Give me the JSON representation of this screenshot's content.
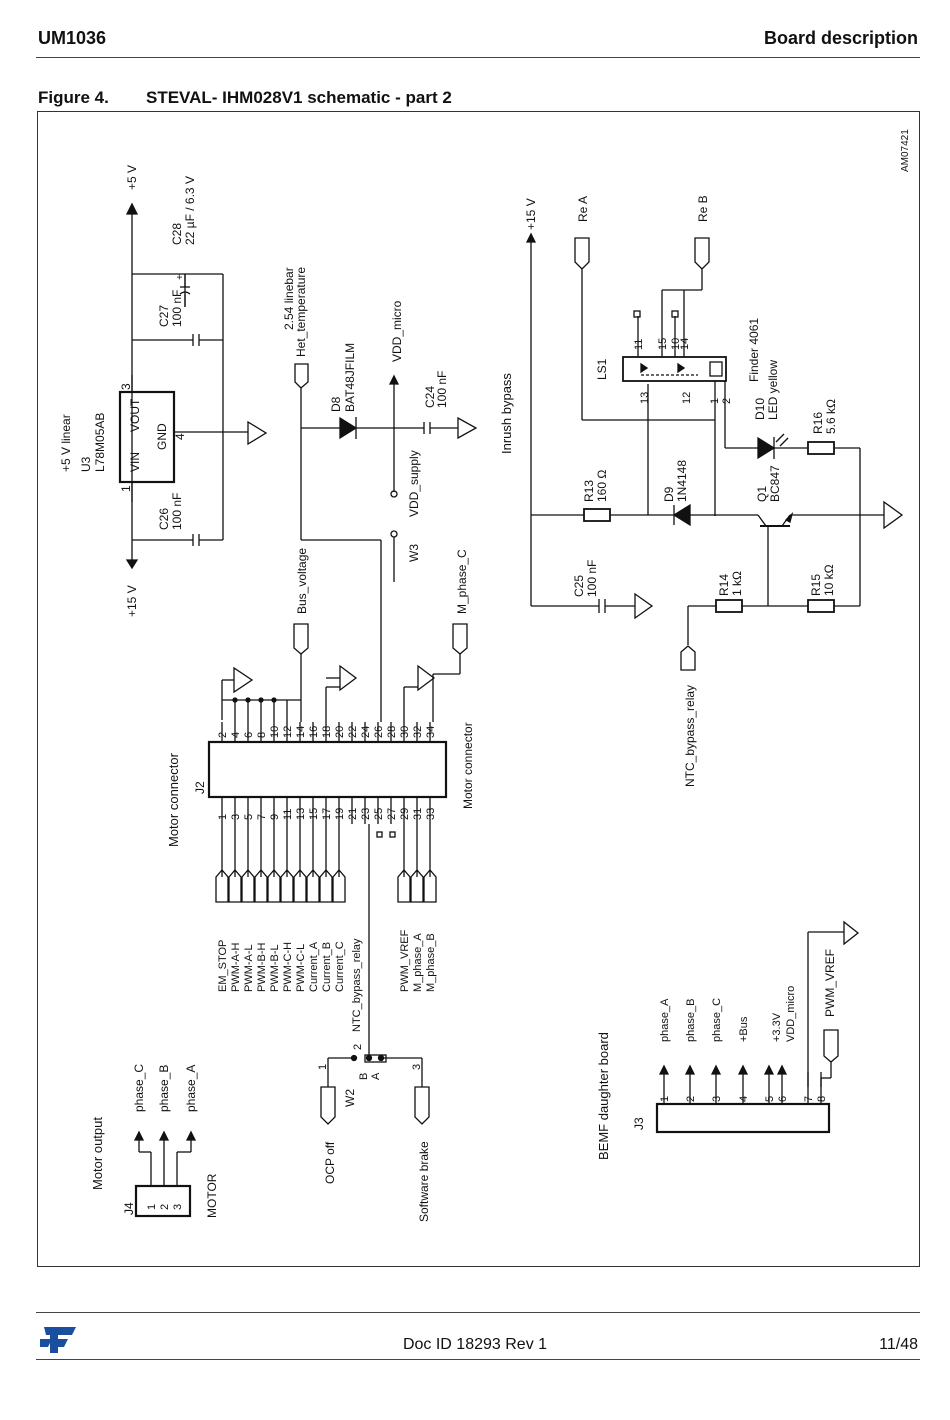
{
  "header": {
    "left": "UM1036",
    "right": "Board description"
  },
  "figure": {
    "number": "Figure 4.",
    "title": "STEVAL- IHM028V1 schematic - part 2"
  },
  "schematic": {
    "code": "AM07421",
    "labels": {
      "p5v_top": "+5 V",
      "p15v_left": "+15 V",
      "c28": "C28",
      "c28_val": "22 µF / 6.3 V",
      "c27": "C27",
      "c27_val": "100 nF",
      "c26": "C26",
      "c26_val": "100 nF",
      "linear": "+5 V linear",
      "u3": "U3",
      "u3_part": "L78M05AB",
      "vin": "VIN",
      "vout": "VOUT",
      "gnd": "GND",
      "pin1": "1",
      "pin3": "3",
      "pin4": "4",
      "linebar": "2.54 linebar",
      "het_temp": "Het_temperature",
      "d8": "D8",
      "d8_part": "BAT48JFILM",
      "vdd_micro": "VDD_micro",
      "c24": "C24",
      "c24_val": "100 nF",
      "vdd_supply": "VDD_supply",
      "w3": "W3",
      "bus_voltage": "Bus_voltage",
      "m_phase_c": "M_phase_C",
      "motor_connector": "Motor connector",
      "motor_connector2": "Motor connector",
      "j2": "J2",
      "inrush": "Inrush bypass",
      "p15v_right": "+15 V",
      "re_a": "Re A",
      "re_b": "Re B",
      "ls1": "LS1",
      "finder": "Finder 4061",
      "d10": "D10",
      "d10_part": "LED yellow",
      "r16": "R16",
      "r16_val": "5.6 kΩ",
      "r13": "R13",
      "r13_val": "160 Ω",
      "d9": "D9",
      "d9_part": "1N4148",
      "q1": "Q1",
      "q1_part": "BC847",
      "c25": "C25",
      "c25_val": "100 nF",
      "r14": "R14",
      "r14_val": "1 kΩ",
      "r15": "R15",
      "r15_val": "10 kΩ",
      "ntc_bypass": "NTC_bypass_relay",
      "motor_output": "Motor output",
      "j4": "J4",
      "motor": "MOTOR",
      "phase_c": "phase_C",
      "phase_b": "phase_B",
      "phase_a": "phase_A",
      "w2": "W2",
      "ocp_off": "OCP off",
      "software_brake": "Software brake",
      "ntc_bypass2": "NTC_bypass_relay",
      "bemf": "BEMF daughter board",
      "j3": "J3",
      "pwm_vref": "PWM_VREF",
      "pwm_vref2": "PWM_VREF"
    },
    "relay_pins": [
      "11",
      "15",
      "10",
      "14",
      "13",
      "12",
      "1",
      "2"
    ],
    "jumper_w2": [
      "1",
      "B",
      "2",
      "A",
      "3"
    ],
    "j2_even_pins": [
      "2",
      "4",
      "6",
      "8",
      "10",
      "12",
      "14",
      "16",
      "18",
      "20",
      "22",
      "24",
      "26",
      "28",
      "30",
      "32",
      "34"
    ],
    "j2_odd_pins": [
      "1",
      "3",
      "5",
      "7",
      "9",
      "11",
      "13",
      "15",
      "17",
      "19",
      "21",
      "23",
      "25",
      "27",
      "29",
      "31",
      "33"
    ],
    "j2_signals": [
      "EM_STOP",
      "PWM-A-H",
      "PWM-A-L",
      "PWM-B-H",
      "PWM-B-L",
      "PWM-C-H",
      "PWM-C-L",
      "Current_A",
      "Current_B",
      "Current_C",
      "NTC_bypass_relay"
    ],
    "j2_signals_right": [
      "PWM_VREF",
      "M_phase_A",
      "M_phase_B"
    ],
    "j3_pins": [
      "1",
      "2",
      "3",
      "4",
      "5",
      "6",
      "7",
      "8"
    ],
    "j3_signals": [
      "phase_A",
      "phase_B",
      "phase_C",
      "+Bus",
      "+3.3V",
      "VDD_micro"
    ],
    "j4_pins": [
      "1",
      "2",
      "3"
    ]
  },
  "footer": {
    "doc": "Doc ID 18293 Rev 1",
    "page": "11/48"
  },
  "colors": {
    "logo": "#1a4fa0"
  }
}
